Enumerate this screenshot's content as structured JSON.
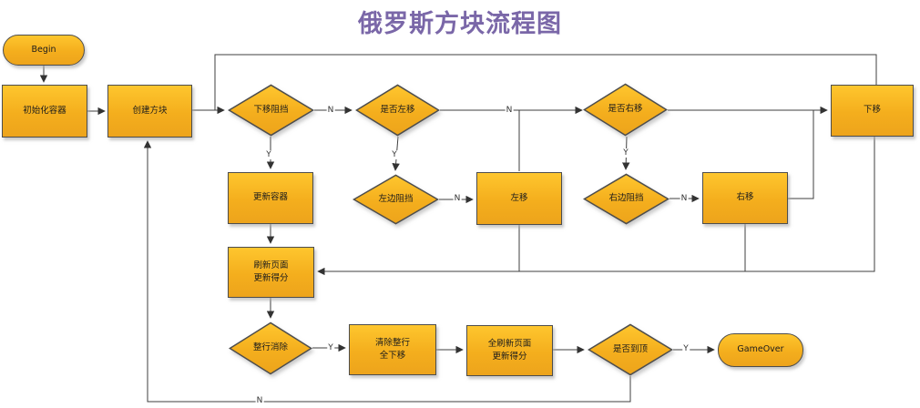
{
  "title": "俄罗斯方块流程图",
  "colors": {
    "title_text": "#7a67a8",
    "shape_fill_top": "#fec62e",
    "shape_fill_bottom": "#eda41c",
    "shape_border": "#4d4d4d",
    "connector_line": "#3f3f3f",
    "node_text": "#1c1c1c"
  },
  "nodes": {
    "begin": {
      "label": "Begin",
      "type": "terminator"
    },
    "init_container": {
      "label": "初始化容器",
      "type": "process"
    },
    "create_block": {
      "label": "创建方块",
      "type": "process"
    },
    "down_blocked": {
      "label": "下移阻挡",
      "type": "decision"
    },
    "ask_move_left": {
      "label": "是否左移",
      "type": "decision"
    },
    "ask_move_right": {
      "label": "是否右移",
      "type": "decision"
    },
    "move_down": {
      "label": "下移",
      "type": "process"
    },
    "update_container": {
      "label": "更新容器",
      "type": "process"
    },
    "left_blocked": {
      "label": "左边阻挡",
      "type": "decision"
    },
    "move_left": {
      "label": "左移",
      "type": "process"
    },
    "right_blocked": {
      "label": "右边阻挡",
      "type": "decision"
    },
    "move_right": {
      "label": "右移",
      "type": "process"
    },
    "refresh_score": {
      "label": "刷新页面",
      "label2": "更新得分",
      "type": "process"
    },
    "full_row_clear": {
      "label": "整行消除",
      "type": "decision"
    },
    "clear_rows": {
      "label": "清除整行",
      "label2": "全下移",
      "type": "process"
    },
    "full_refresh": {
      "label": "全刷新页面",
      "label2": "更新得分",
      "type": "process"
    },
    "ask_top": {
      "label": "是否到顶",
      "type": "decision"
    },
    "game_over": {
      "label": "GameOver",
      "type": "terminator"
    }
  },
  "edge_labels": {
    "down_blocked_no": "N",
    "down_blocked_yes": "Y",
    "ask_move_left_no": "N",
    "ask_move_left_yes": "Y",
    "left_blocked_no": "N",
    "ask_move_right_yes": "Y",
    "right_blocked_no": "N",
    "full_row_clear_yes": "Y",
    "ask_top_yes": "Y",
    "ask_top_no": "N"
  }
}
